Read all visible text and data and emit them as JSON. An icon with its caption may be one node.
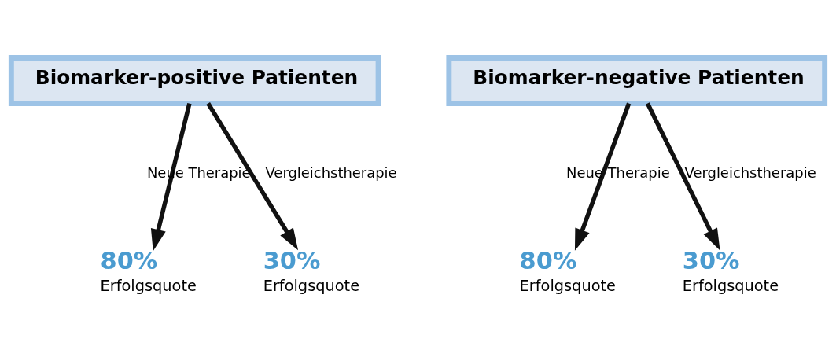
{
  "diagram": {
    "nodes": [
      {
        "text": [
          "Biomarker-positive Patienten"
        ]
      },
      {
        "text": [
          "Biomarker-negative Patienten"
        ]
      },
      {
        "text": [
          "80%",
          "Erfolgsquote"
        ]
      },
      {
        "text": [
          "30%",
          "Erfolgsquote"
        ]
      },
      {
        "text": [
          "80%",
          "Erfolgsquote"
        ]
      },
      {
        "text": [
          "30%",
          "Erfolgsquote"
        ]
      }
    ],
    "edges": [
      {
        "from": 0,
        "to": 2,
        "arrow": "to",
        "label": "Neue Therapie"
      },
      {
        "from": 0,
        "to": 3,
        "arrow": "to",
        "label": "Vergleichstherapie"
      },
      {
        "from": 1,
        "to": 4,
        "arrow": "to",
        "label": "Neue Therapie"
      },
      {
        "from": 1,
        "to": 5,
        "arrow": "to",
        "label": "Vergleichstherapie"
      }
    ]
  }
}
